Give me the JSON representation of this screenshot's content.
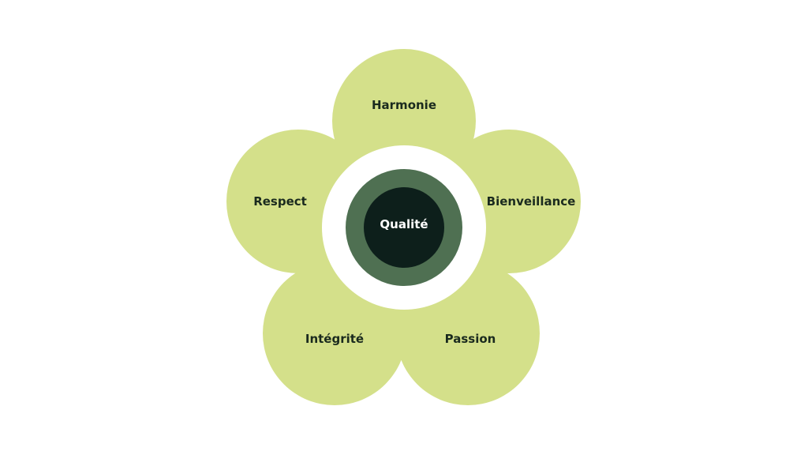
{
  "diagram": {
    "center": {
      "label": "Qualité"
    },
    "petals": [
      {
        "label": "Harmonie"
      },
      {
        "label": "Bienveillance"
      },
      {
        "label": "Passion"
      },
      {
        "label": "Intégrité"
      },
      {
        "label": "Respect"
      }
    ]
  },
  "colors": {
    "background": "#ffffff",
    "petal": "#d4e08a",
    "petal_text": "#1a2a1e",
    "center_gap": "#ffffff",
    "center_ring": "#4f7052",
    "center_core": "#0d1f1b",
    "center_text": "#ffffff"
  }
}
